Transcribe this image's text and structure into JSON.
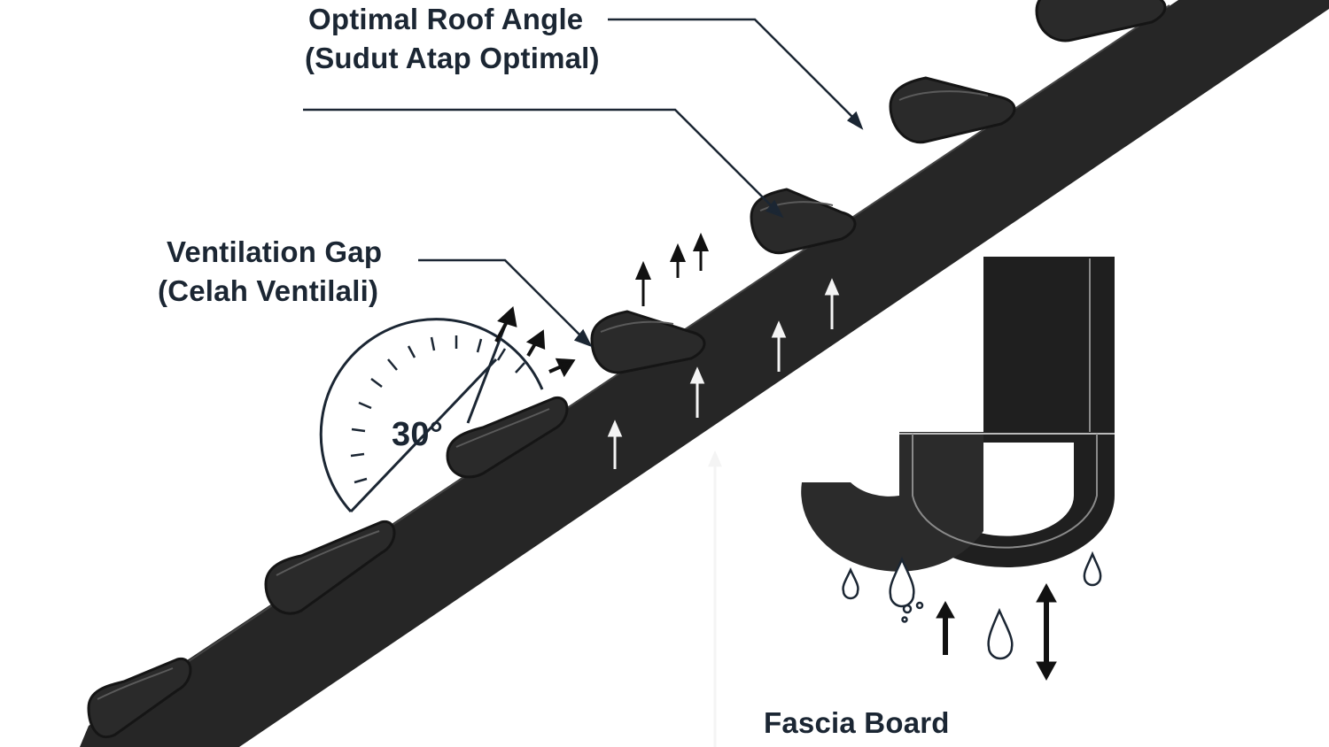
{
  "labels": {
    "roof_angle": {
      "en": "Optimal Roof Angle",
      "id": "(Sudut Atap Optimal)"
    },
    "ventilation_gap": {
      "en": "Ventilation Gap",
      "id": "(Celah Ventilali)"
    },
    "angle_value": "30°",
    "fascia_board": "Fascia Board"
  },
  "colors": {
    "label_text": "#1b2633",
    "tile": "#262626",
    "tile_highlight": "#4a4a4a",
    "wood": "#3a2c1f",
    "wood_grain": "#21180f",
    "gutter": "#1e1e1e",
    "line": "#1b2633"
  },
  "icons": [
    "water-drop-icon",
    "up-arrow-icon",
    "double-arrow-icon",
    "protractor-icon"
  ]
}
